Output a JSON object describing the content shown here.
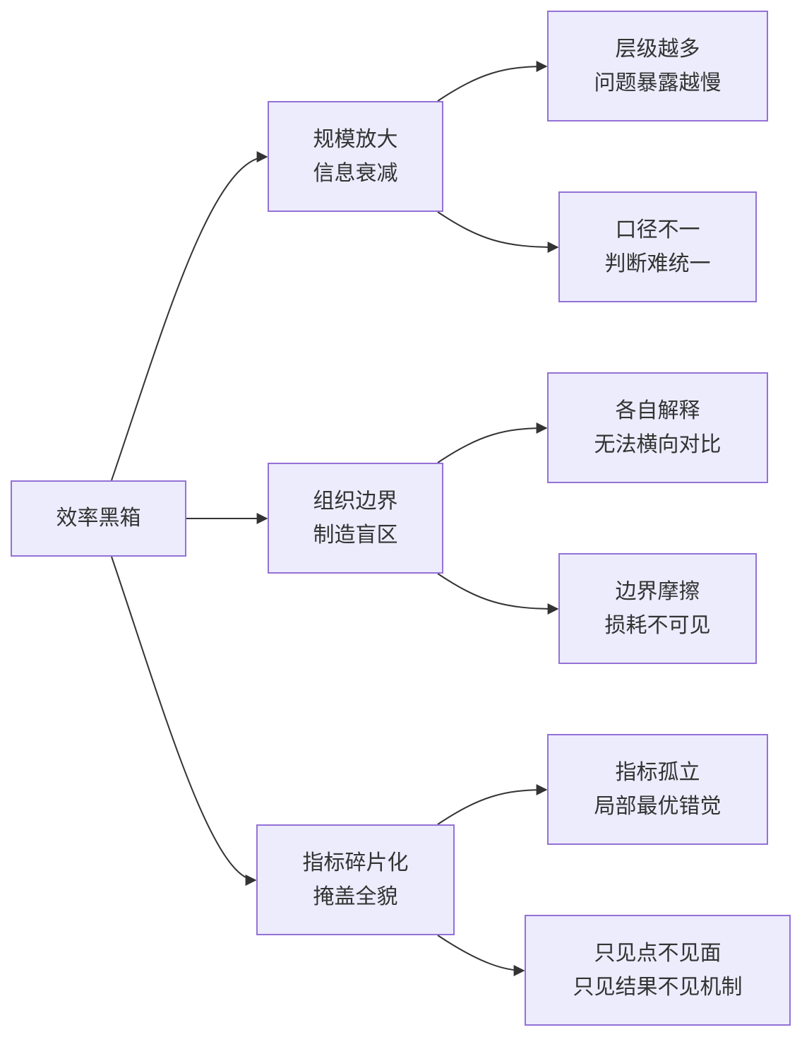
{
  "diagram": {
    "type": "flowchart",
    "direction": "left-to-right",
    "colors": {
      "node_fill": "#ececfd",
      "node_border": "#9471d6",
      "edge": "#333333",
      "text": "#333333"
    },
    "nodes": {
      "root": {
        "lines": [
          "效率黑箱"
        ]
      },
      "scale": {
        "lines": [
          "规模放大",
          "信息衰减"
        ]
      },
      "boundary": {
        "lines": [
          "组织边界",
          "制造盲区"
        ]
      },
      "metrics": {
        "lines": [
          "指标碎片化",
          "掩盖全貌"
        ]
      },
      "layers": {
        "lines": [
          "层级越多",
          "问题暴露越慢"
        ]
      },
      "caliber": {
        "lines": [
          "口径不一",
          "判断难统一"
        ]
      },
      "interpret": {
        "lines": [
          "各自解释",
          "无法横向对比"
        ]
      },
      "friction": {
        "lines": [
          "边界摩擦",
          "损耗不可见"
        ]
      },
      "isolated": {
        "lines": [
          "指标孤立",
          "局部最优错觉"
        ]
      },
      "points": {
        "lines": [
          "只见点不见面",
          "只见结果不见机制"
        ]
      }
    },
    "edges": [
      {
        "from": "root",
        "to": "scale"
      },
      {
        "from": "root",
        "to": "boundary"
      },
      {
        "from": "root",
        "to": "metrics"
      },
      {
        "from": "scale",
        "to": "layers"
      },
      {
        "from": "scale",
        "to": "caliber"
      },
      {
        "from": "boundary",
        "to": "interpret"
      },
      {
        "from": "boundary",
        "to": "friction"
      },
      {
        "from": "metrics",
        "to": "isolated"
      },
      {
        "from": "metrics",
        "to": "points"
      }
    ]
  }
}
